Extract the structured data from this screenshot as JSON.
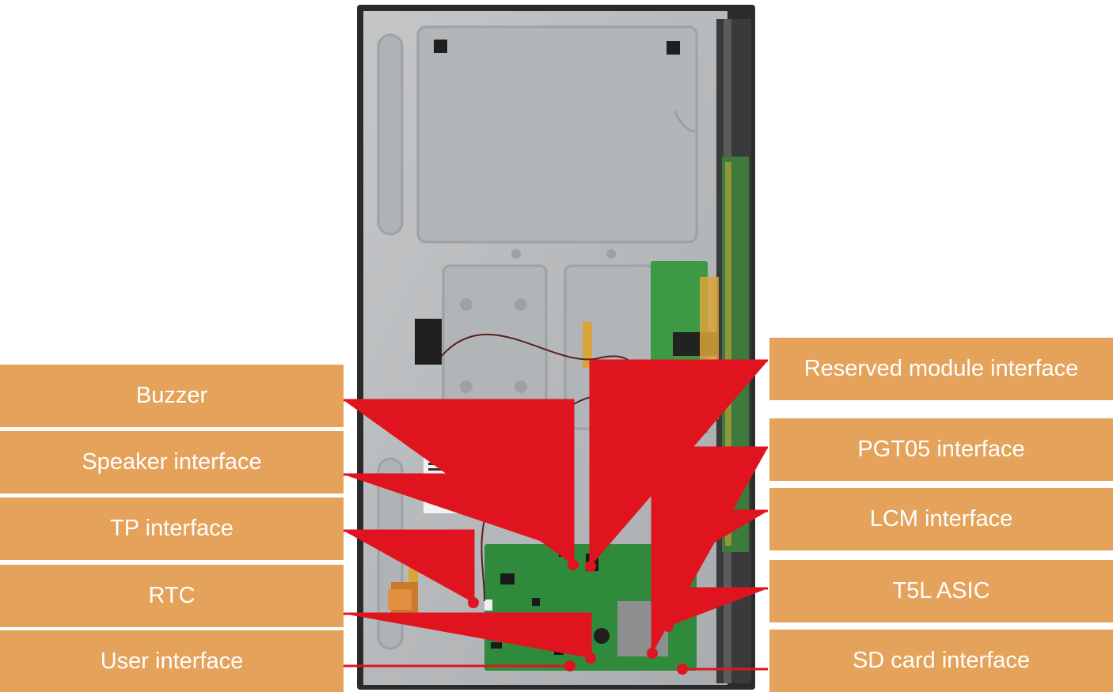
{
  "diagram": {
    "labels_left": {
      "buzzer": "Buzzer",
      "speaker": "Speaker interface",
      "tp": "TP interface",
      "rtc": "RTC",
      "user": "User interface"
    },
    "labels_right": {
      "reserved": "Reserved module interface",
      "pgt05": "PGT05 interface",
      "lcm": "LCM interface",
      "t5l": "T5L ASIC",
      "sd": "SD card interface"
    },
    "colors": {
      "label_fill": "#e5a25b",
      "label_text": "#ffffff",
      "callout_line": "#e0141e",
      "panel_metal": "#b9bcbe",
      "pcb_green": "#2f8a3c"
    }
  }
}
